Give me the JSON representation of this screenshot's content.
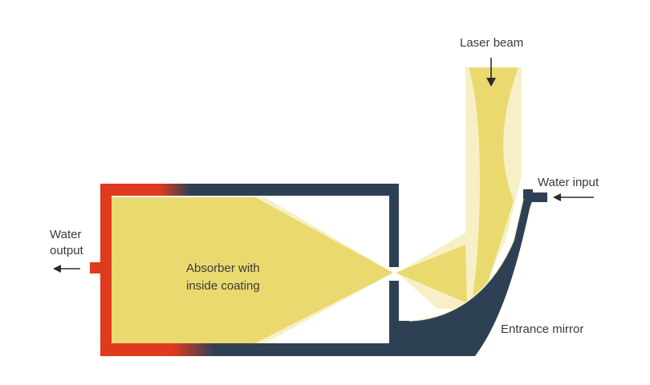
{
  "labels": {
    "laser_beam": "Laser beam",
    "water_input": "Water input",
    "water_output_line1": "Water",
    "water_output_line2": "output",
    "absorber_line1": "Absorber with",
    "absorber_line2": "inside coating",
    "entrance_mirror": "Entrance mirror"
  },
  "colors": {
    "beam": "#EAD96F",
    "beam_light": "#F7F0C6",
    "body": "#2E4154",
    "hot": "#E03A1E",
    "arrow": "#2B2B2B"
  }
}
